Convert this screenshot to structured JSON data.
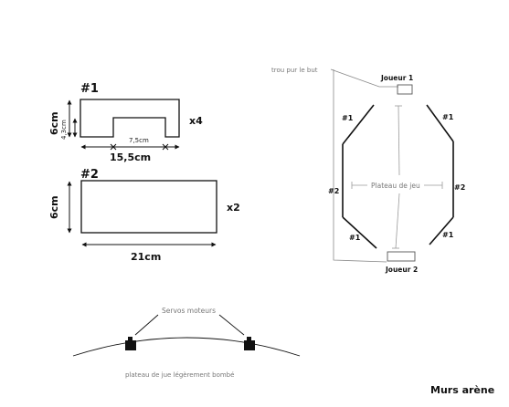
{
  "piece1": {
    "label": "#1",
    "height": "6cm",
    "notch_height": "4,3cm",
    "notch_width": "7,5cm",
    "width": "15,5cm",
    "quantity": "x4"
  },
  "piece2": {
    "label": "#2",
    "height": "6cm",
    "width": "21cm",
    "quantity": "x2"
  },
  "arena": {
    "hole_note": "trou pur le but",
    "player1": "Joueur 1",
    "player2": "Joueur 2",
    "board": "Plateau de jeu",
    "wall_labels": {
      "top_left": "#1",
      "top_right": "#1",
      "left": "#2",
      "right": "#2",
      "bottom_left": "#1",
      "bottom_right": "#1"
    }
  },
  "servo": {
    "label": "Servos moteurs",
    "caption": "plateau de jue légèrement bombé"
  },
  "title": "Murs arène",
  "colors": {
    "ink": "#111111",
    "grey": "#8a8a8a"
  }
}
